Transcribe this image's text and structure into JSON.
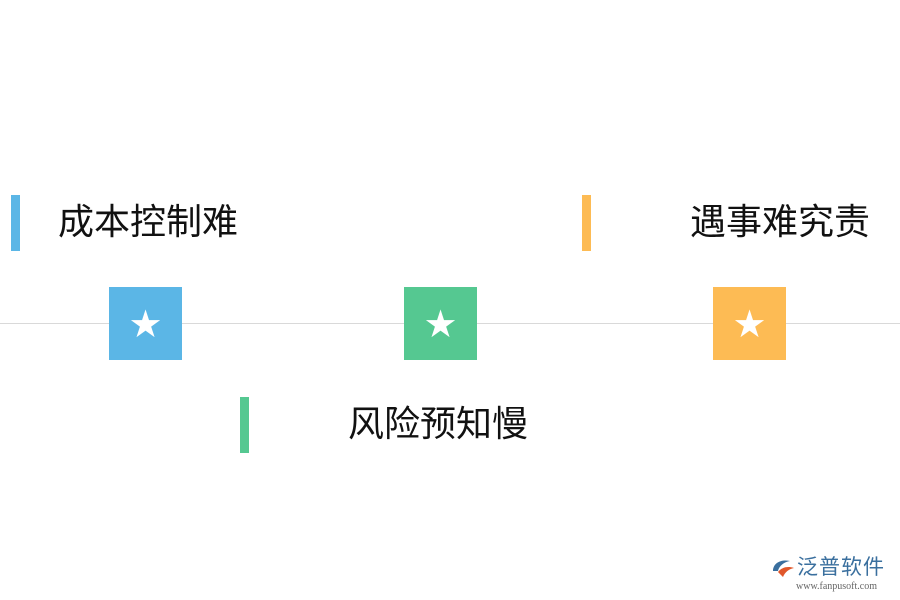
{
  "items": [
    {
      "label": "成本控制难",
      "color": "#5bb6e6",
      "icon": "star-icon"
    },
    {
      "label": "风险预知慢",
      "color": "#55c891",
      "icon": "star-icon"
    },
    {
      "label": "遇事难究责",
      "color": "#fdbb54",
      "icon": "star-icon"
    }
  ],
  "star_glyph": "★",
  "logo": {
    "name": "泛普软件",
    "url": "www.fanpusoft.com"
  }
}
